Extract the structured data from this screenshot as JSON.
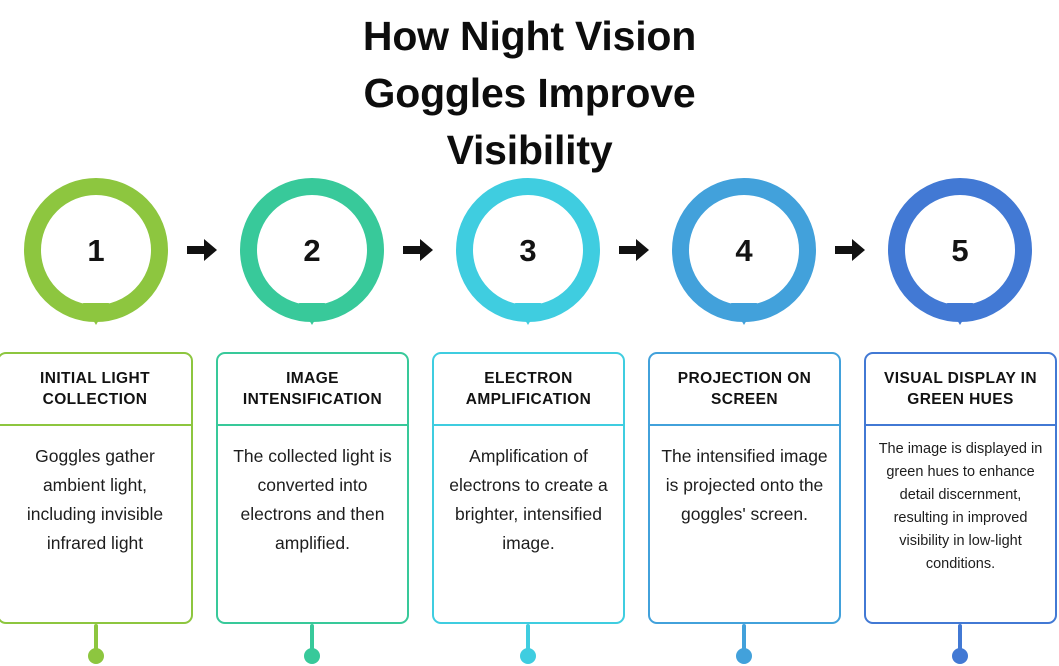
{
  "title": {
    "line1": "How Night Vision",
    "line2": "Goggles Improve",
    "line3": "Visibility"
  },
  "arrow_icon": "arrow-right-icon",
  "steps": [
    {
      "number": "1",
      "color": "#8DC63F",
      "heading": "INITIAL  LIGHT COLLECTION",
      "body": "Goggles gather ambient light, including invisible infrared light"
    },
    {
      "number": "2",
      "color": "#38C99A",
      "heading": "IMAGE INTENSIFICATION",
      "body": "The collected light is converted into electrons and then amplified."
    },
    {
      "number": "3",
      "color": "#3FCDE0",
      "heading": "ELECTRON AMPLIFICATION",
      "body": "Amplification of electrons to create a brighter, intensified image."
    },
    {
      "number": "4",
      "color": "#42A1DB",
      "heading": "PROJECTION ON SCREEN",
      "body": "The intensified image is projected onto the goggles' screen."
    },
    {
      "number": "5",
      "color": "#4279D4",
      "heading": "VISUAL DISPLAY IN GREEN HUES",
      "body": "The image is displayed in green hues to enhance detail discernment, resulting in improved visibility in low-light conditions."
    }
  ]
}
